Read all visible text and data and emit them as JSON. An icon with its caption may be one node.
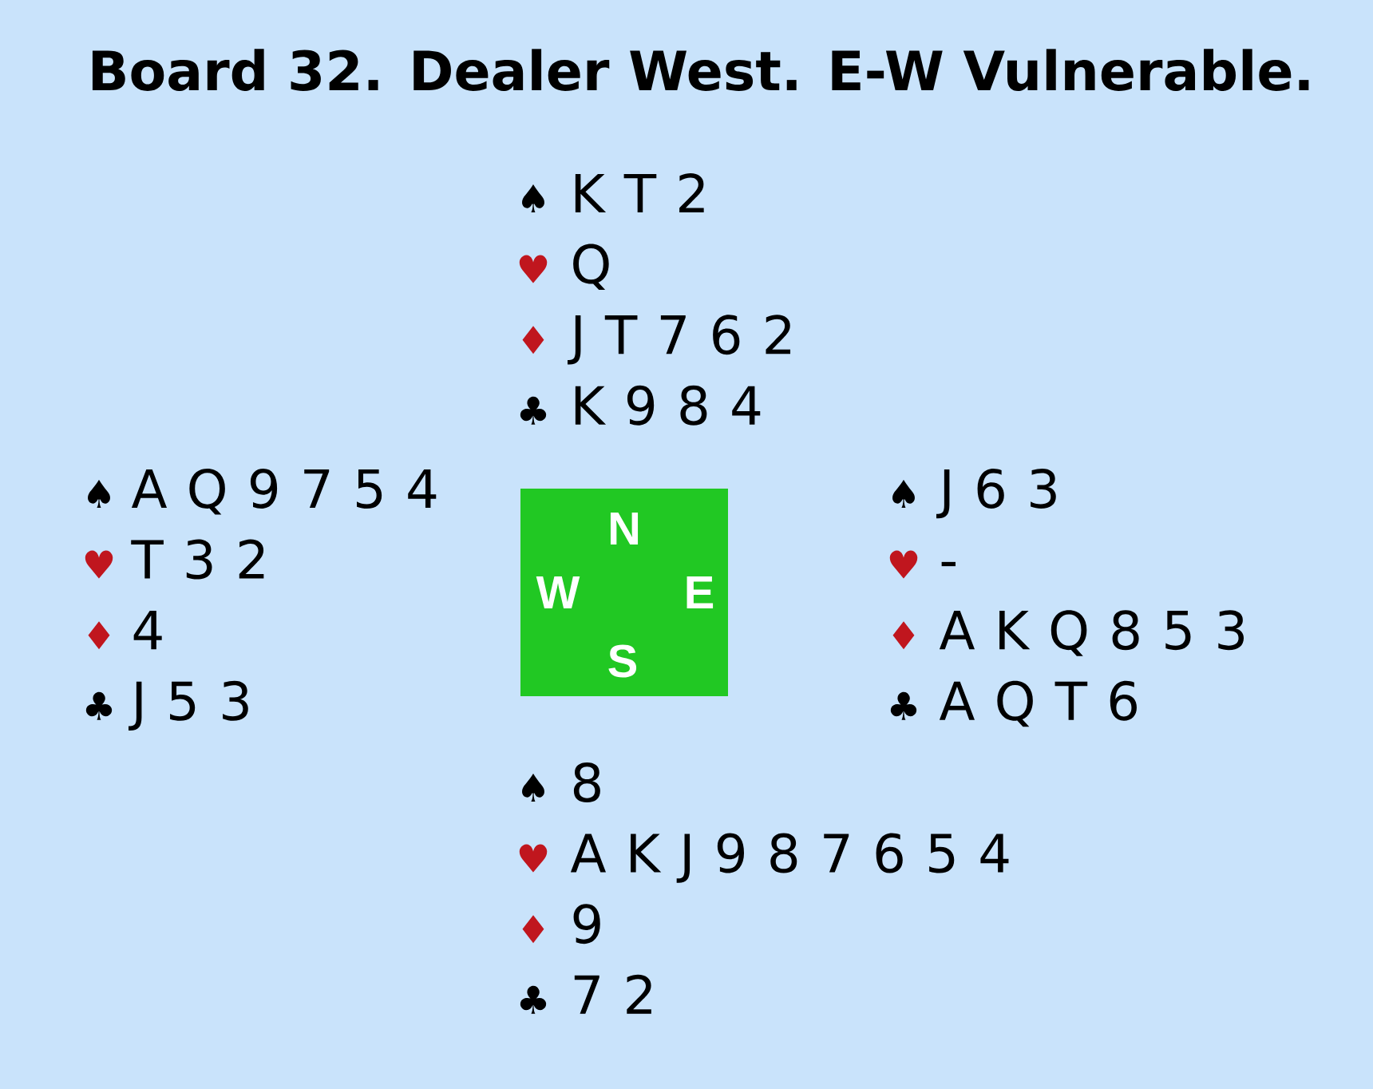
{
  "diagram": {
    "title": "Board 32. Dealer West. E-W Vulnerable.",
    "nodes": [
      {
        "text": [
          "N",
          "W",
          "E",
          "S"
        ]
      }
    ],
    "labels": [
      "♠",
      "K T 2",
      "♥",
      "Q",
      "♦",
      "J T 7 6 2",
      "♣",
      "K 9 8 4",
      "♠",
      "A Q 9 7 5 4",
      "♥",
      "T 3 2",
      "♦",
      "4",
      "♣",
      "J 5 3",
      "♠",
      "J 6 3",
      "♥",
      "-",
      "♦",
      "A K Q 8 5 3",
      "♣",
      "A Q T 6",
      "♠",
      "8",
      "♥",
      "A K J 9 8 7 6 5 4",
      "♦",
      "9",
      "♣",
      "7 2"
    ]
  }
}
